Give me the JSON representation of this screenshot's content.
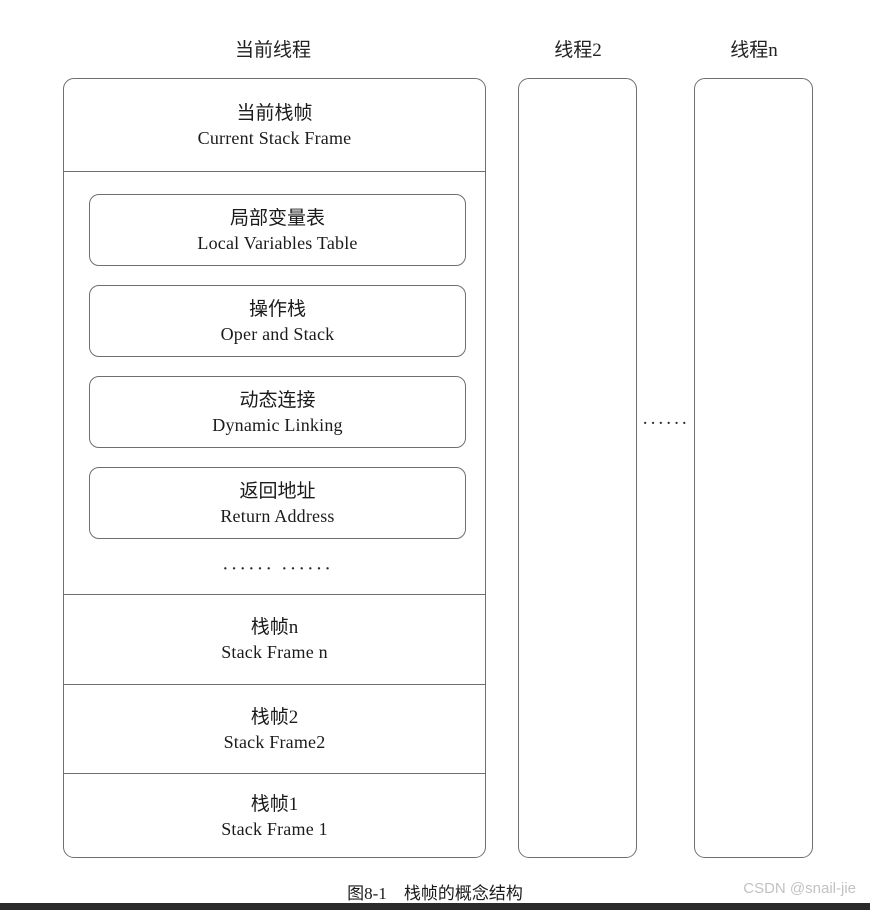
{
  "figure": {
    "caption": "图8-1    栈帧的概念结构",
    "watermark": "CSDN @snail-jie"
  },
  "columns": {
    "current_thread_title": "当前线程",
    "thread2_title": "线程2",
    "threadn_title": "线程n",
    "between_threads_ellipsis": "······"
  },
  "current_thread": {
    "current_frame": {
      "zh": "当前栈帧",
      "en": "Current Stack Frame"
    },
    "components": [
      {
        "zh": "局部变量表",
        "en": "Local Variables Table"
      },
      {
        "zh": "操作栈",
        "en": "Oper and Stack"
      },
      {
        "zh": "动态连接",
        "en": "Dynamic Linking"
      },
      {
        "zh": "返回地址",
        "en": "Return Address"
      }
    ],
    "components_ellipsis": "······  ······",
    "frames": [
      {
        "zh": "栈帧n",
        "en": "Stack Frame n"
      },
      {
        "zh": "栈帧2",
        "en": "Stack Frame2"
      },
      {
        "zh": "栈帧1",
        "en": "Stack Frame 1"
      }
    ]
  },
  "colors": {
    "border": "#6f6f6f",
    "text": "#1b1b1b",
    "watermark": "#c2c2c2",
    "page_edge": "#2b2b2b",
    "background": "#ffffff"
  }
}
